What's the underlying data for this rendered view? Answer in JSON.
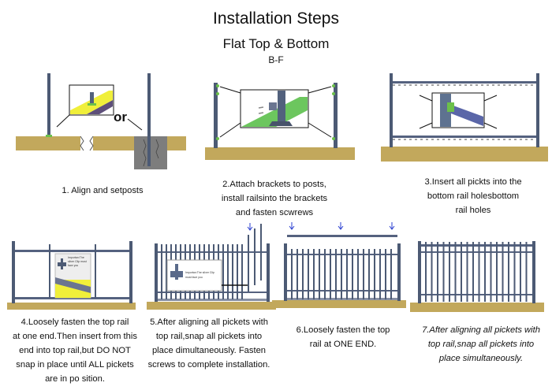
{
  "header": {
    "title": "Installation  Steps",
    "subtitle": "Flat Top & Bottom",
    "model_code": "B-F"
  },
  "colors": {
    "ground": "#c2a85c",
    "post": "#4c5a74",
    "bracket": "#6cc04a",
    "highlight_yellow": "#f0ef3a",
    "highlight_green": "#6cc65e",
    "concrete": "#7a7a7a",
    "arrow_blue": "#2a3fd0"
  },
  "steps": [
    {
      "number": 1,
      "caption": "1. Align and setposts",
      "or_label": "or"
    },
    {
      "number": 2,
      "caption_lines": [
        "2.Attach brackets to posts,",
        "install railsinto the brackets",
        "and fasten scwrews"
      ]
    },
    {
      "number": 3,
      "caption_lines": [
        "3.Insert all pickts into the",
        "bottom rail holesbottom",
        "rail holes"
      ]
    },
    {
      "number": 4,
      "caption_lines": [
        "4.Loosely fasten the top rail",
        "at one end.Then insert from this",
        "end into top rail,but DO NOT",
        "snap in place until ALL pickets",
        "are in po sition."
      ],
      "note": "Importan:The silver Clip must face you"
    },
    {
      "number": 5,
      "caption_lines": [
        "5.After aligning all pickets with",
        "top rail,snap all pickets into",
        "place dimultaneously. Fasten",
        "screws to complete installation."
      ],
      "note": "Importan:The silver Clip must face you"
    },
    {
      "number": 6,
      "caption_lines": [
        "6.Loosely fasten the top",
        "rail at ONE END."
      ]
    },
    {
      "number": 7,
      "caption_lines": [
        "7.After aligning all pickets with",
        "top rail,snap all pickets into",
        "place simultaneously."
      ]
    }
  ]
}
